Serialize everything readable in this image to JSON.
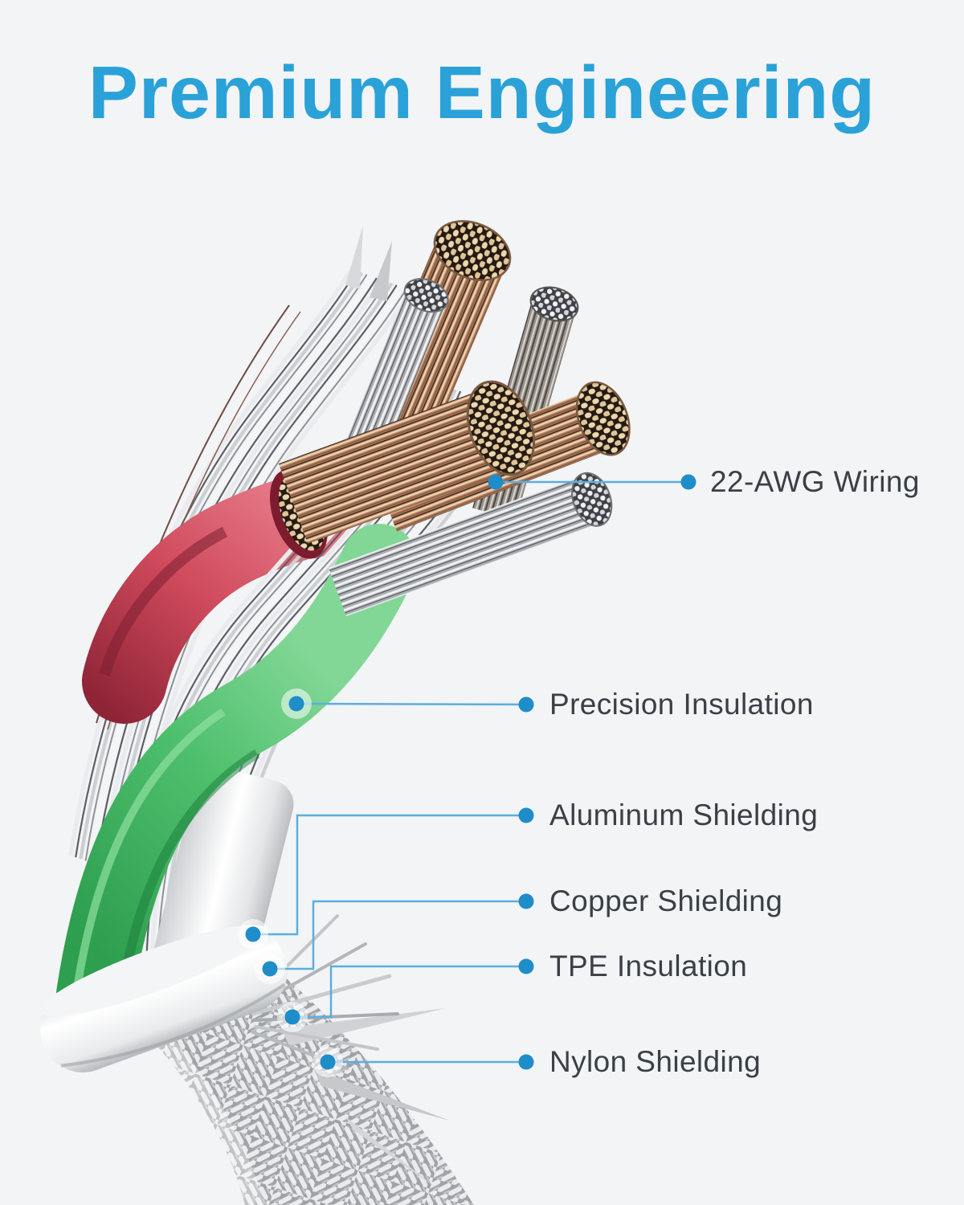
{
  "title": {
    "text": "Premium Engineering",
    "color": "#2aa2d8"
  },
  "background": "#f2f4f6",
  "callouts": [
    {
      "id": "awg",
      "label": "22-AWG Wiring"
    },
    {
      "id": "precision",
      "label": "Precision Insulation"
    },
    {
      "id": "aluminum",
      "label": "Aluminum Shielding"
    },
    {
      "id": "copper",
      "label": "Copper Shielding"
    },
    {
      "id": "tpe",
      "label": "TPE Insulation"
    },
    {
      "id": "nylon",
      "label": "Nylon Shielding"
    }
  ],
  "style": {
    "leader_line": "#5caede",
    "dot": "#1f8dc9",
    "label_text": "#3b4047",
    "wire_red": "#c53c51",
    "wire_green": "#3fb25f",
    "copper": "#b9896a",
    "silver": "#c9cbce",
    "tpe_white": "#f6f7f8"
  }
}
